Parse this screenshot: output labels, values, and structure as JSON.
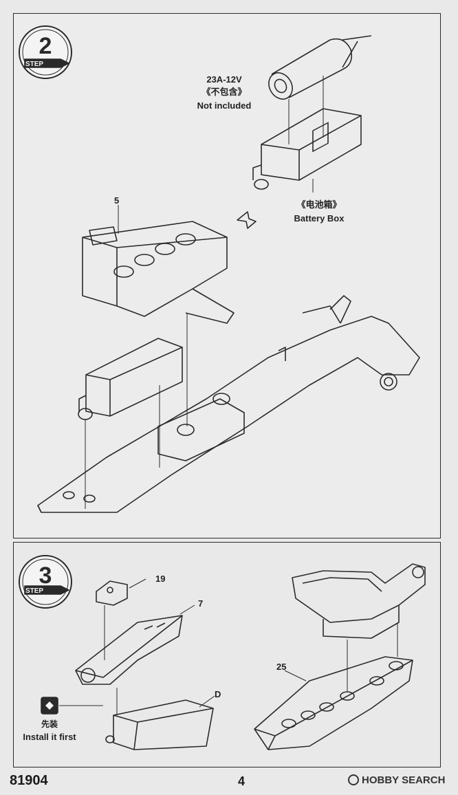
{
  "step2": {
    "step_number": "2",
    "step_label": "STEP",
    "battery": {
      "code": "23A-12V",
      "cn": "《不包含》",
      "en": "Not included"
    },
    "battery_box": {
      "cn": "《电池箱》",
      "en": "Battery Box"
    },
    "part_5": "5"
  },
  "step3": {
    "step_number": "3",
    "step_label": "STEP",
    "part_19": "19",
    "part_7": "7",
    "part_D": "D",
    "part_25": "25",
    "install_first": {
      "cn": "先装",
      "en": "Install it first"
    }
  },
  "footer": {
    "code": "81904",
    "page": "4",
    "brand": "HOBBY SEARCH"
  }
}
